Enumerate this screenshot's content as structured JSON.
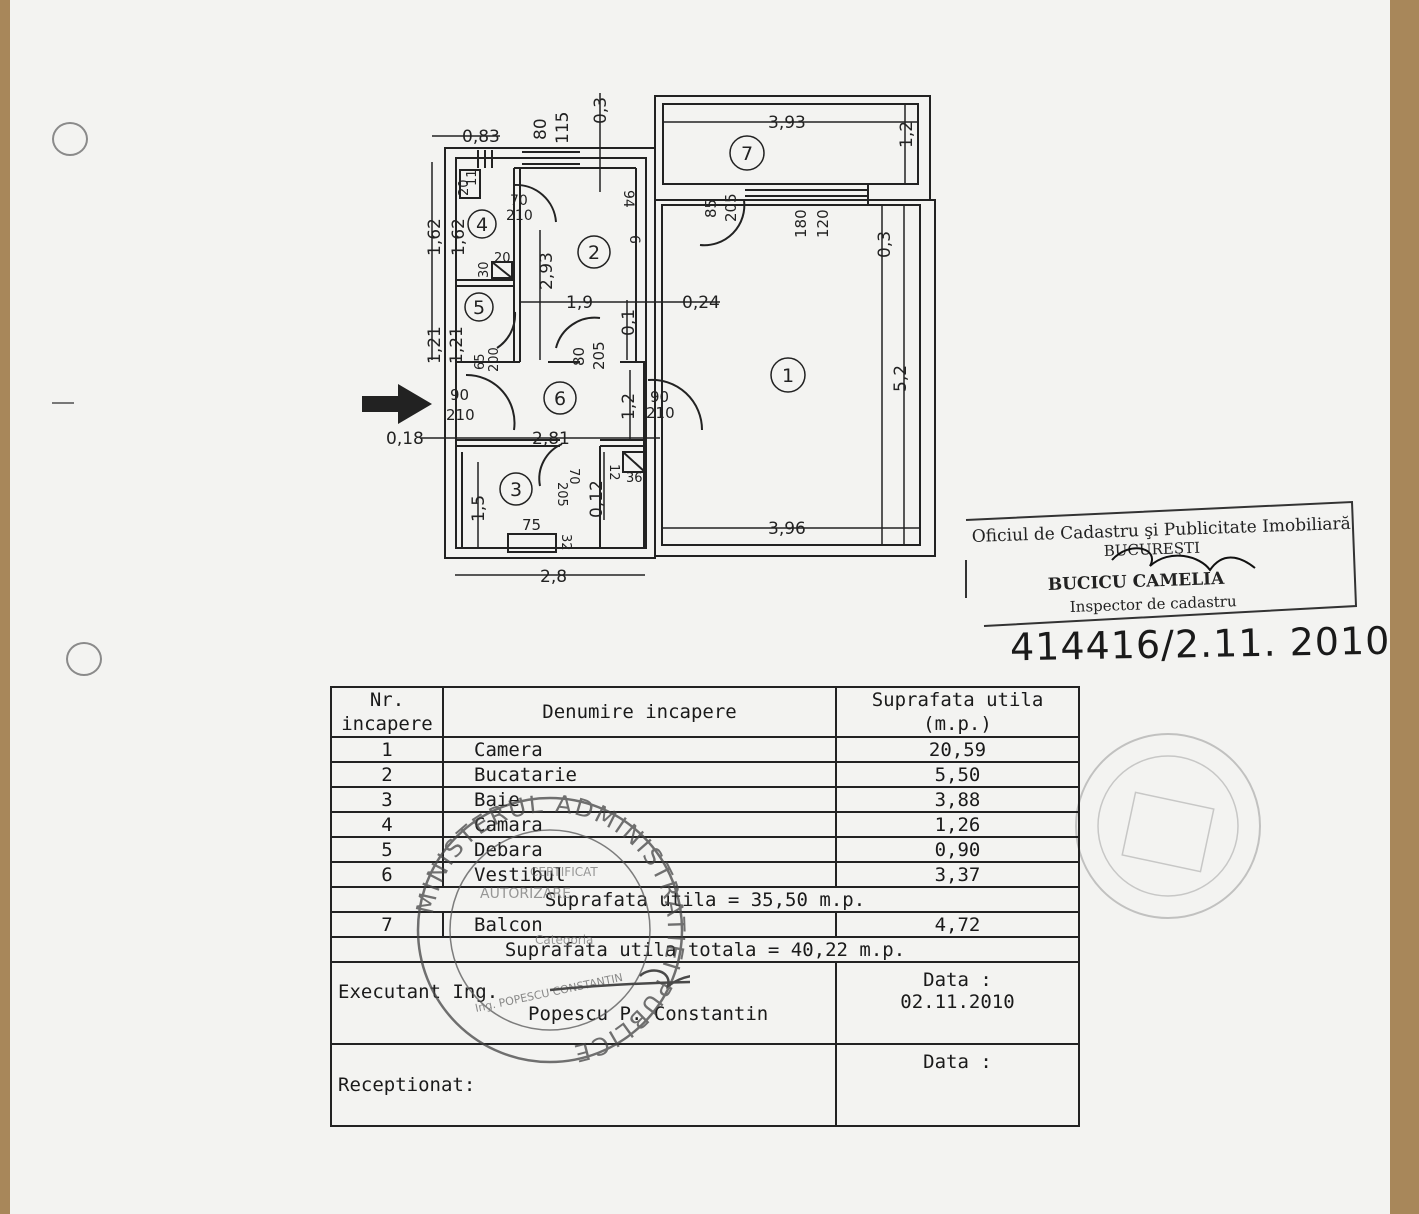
{
  "plan": {
    "labels": {
      "d083": "0,83",
      "d80": "80",
      "d115": "115",
      "d03a": "0,3",
      "d393": "3,93",
      "d12a": "1,2",
      "d162a": "1,62",
      "d162b": "1,62",
      "d121a": "1,21",
      "d121b": "1,21",
      "d20a": "20",
      "d11": "11",
      "d70": "70",
      "d210a": "210",
      "d94": "94",
      "d6": "6",
      "d85": "85",
      "d205a": "205",
      "d180": "180",
      "d120": "120",
      "d03b": "0,3",
      "d293": "2,93",
      "d30": "30",
      "d20b": "20",
      "d19": "1,9",
      "d024": "0,24",
      "d01": "0,1",
      "d65": "65",
      "d200": "200",
      "d80b": "80",
      "d205b": "205",
      "d52": "5,2",
      "d90a": "90",
      "d210b": "210",
      "d90b": "90",
      "d210c": "210",
      "d12b": "1,2",
      "d018": "0,18",
      "d281": "2,81",
      "d205c": "205",
      "d70b": "70",
      "d12c": "12",
      "d36": "36",
      "d012": "0,12",
      "d15": "1,5",
      "d75": "75",
      "d32": "32",
      "d396": "3,96",
      "d28": "2,8"
    },
    "rooms": [
      "1",
      "2",
      "3",
      "4",
      "5",
      "6",
      "7"
    ]
  },
  "stamp": {
    "line1": "Oficiul de Cadastru şi Publicitate Imobiliară",
    "line2": "BUCUREŞTI",
    "line3": "BUCICU CAMELIA",
    "line4": "Inspector de cadastru"
  },
  "registration": "414416/2.11. 2010",
  "table": {
    "header": {
      "nr_line1": "Nr.",
      "nr_line2": "incapere",
      "name": "Denumire incapere",
      "area_line1": "Suprafata utila",
      "area_line2": "(m.p.)"
    },
    "rows": [
      {
        "nr": "1",
        "name": "Camera",
        "area": "20,59"
      },
      {
        "nr": "2",
        "name": "Bucatarie",
        "area": "5,50"
      },
      {
        "nr": "3",
        "name": "Baie",
        "area": "3,88"
      },
      {
        "nr": "4",
        "name": "Camara",
        "area": "1,26"
      },
      {
        "nr": "5",
        "name": "Debara",
        "area": "0,90"
      },
      {
        "nr": "6",
        "name": "Vestibul",
        "area": "3,37"
      }
    ],
    "subtotal": "Suprafata utila = 35,50 m.p.",
    "balcony": {
      "nr": "7",
      "name": "Balcon",
      "area": "4,72"
    },
    "total": "Suprafata utila totala = 40,22 m.p.",
    "executant_label": "Executant",
    "executant_title": "Ing.",
    "executant_name": "Popescu P. Constantin",
    "date_label": "Data :",
    "date_value": "02.11.2010",
    "receptionat_label": "Receptionat:",
    "date_label2": "Data :"
  },
  "seal": {
    "ring": "MINISTERUL ADMINISTRATIEI PUBLICE",
    "inner1": "CERTIFICAT",
    "inner2": "AUTORIZARE",
    "inner3": "Categoria",
    "inner4": "Ing. POPESCU CONSTANTIN"
  }
}
